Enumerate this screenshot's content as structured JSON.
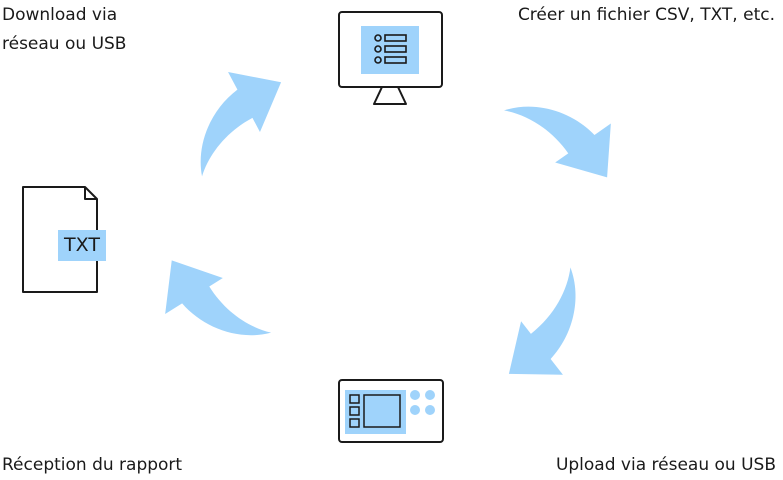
{
  "steps": {
    "download": "Download via\nréseau ou USB",
    "create": "Créer un fichier CSV, TXT, etc.",
    "report": "Réception du rapport",
    "upload": "Upload via réseau ou USB"
  },
  "file_label": "TXT",
  "icons": {
    "computer": "monitor-icon",
    "file": "txt-file-icon",
    "device": "instrument-panel-icon",
    "arrow": "curved-arrow-icon"
  },
  "colors": {
    "accent": "#9fd3fb",
    "outline": "#1a1a1a",
    "background": "#ffffff"
  }
}
